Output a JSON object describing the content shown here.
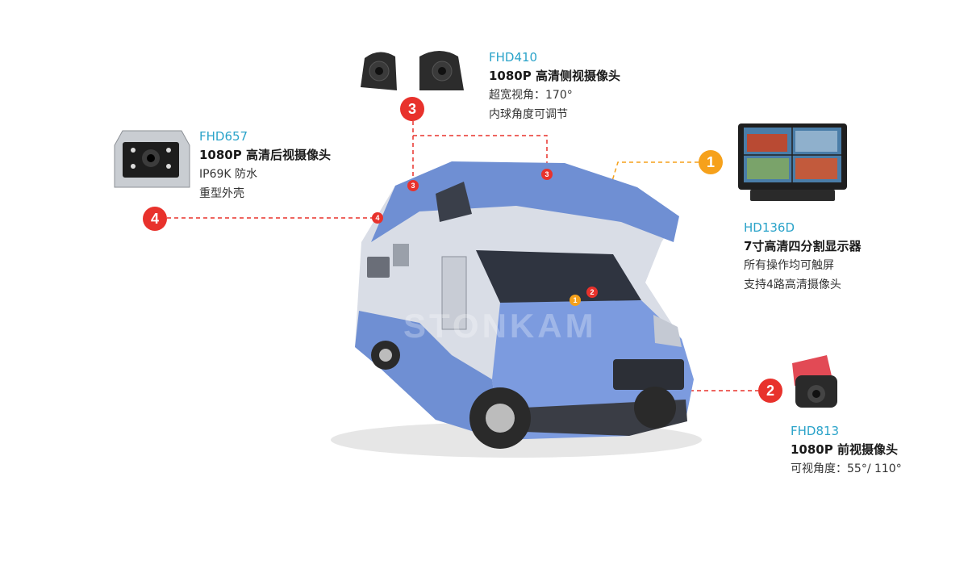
{
  "products": {
    "fhd410": {
      "model": "FHD410",
      "title": "1080P 高清侧视摄像头",
      "lines": [
        "超宽视角：170°",
        "内球角度可调节"
      ],
      "badge": "3"
    },
    "fhd657": {
      "model": "FHD657",
      "title": "1080P 高清后视摄像头",
      "lines": [
        "IP69K 防水",
        "重型外壳"
      ],
      "badge": "4"
    },
    "hd136d": {
      "model": "HD136D",
      "title": "7寸高清四分割显示器",
      "lines": [
        "所有操作均可触屏",
        "支持4路高清摄像头"
      ],
      "badge": "1"
    },
    "fhd813": {
      "model": "FHD813",
      "title": "1080P 前视摄像头",
      "lines": [
        "可视角度：55°/ 110°"
      ],
      "badge": "2"
    }
  },
  "watermark": "STONKAM",
  "colors": {
    "red": "#e8322c",
    "orange": "#f6a11b",
    "model_blue": "#2aa3c9",
    "rv_blue": "#6f8fd3"
  }
}
